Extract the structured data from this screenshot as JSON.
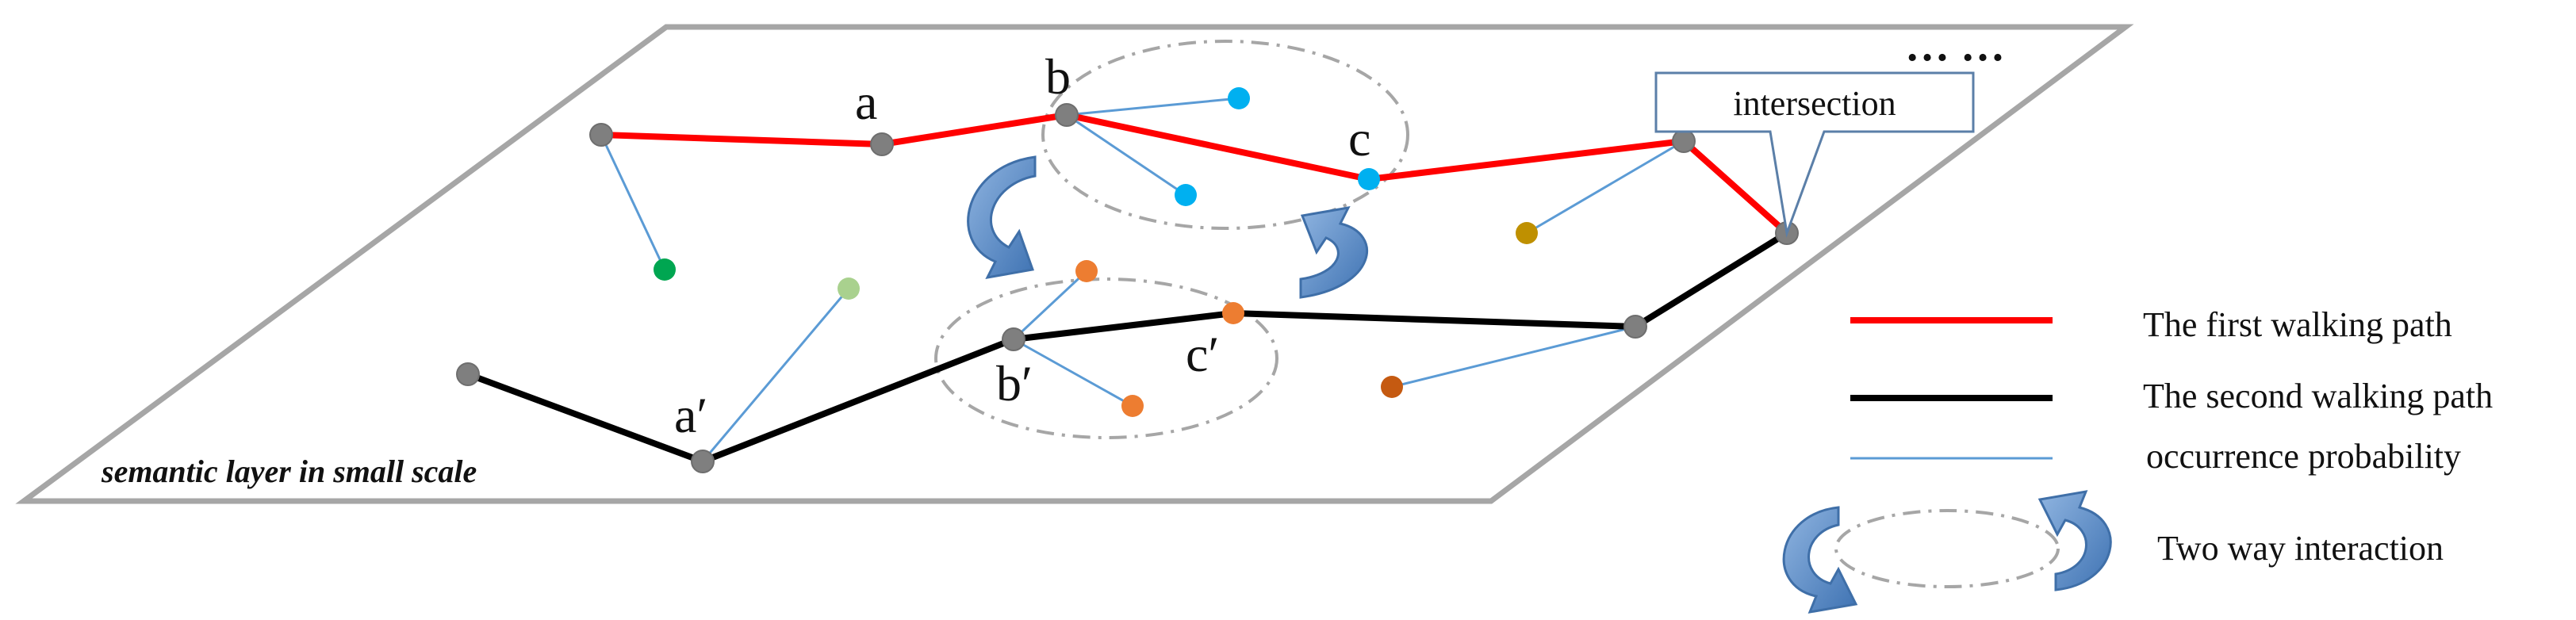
{
  "plane": {
    "label": "semantic layer in small scale",
    "ellipsis": "… …"
  },
  "nodes": {
    "a": "a",
    "b": "b",
    "c": "c",
    "a_prime": "a′",
    "b_prime": "b′",
    "c_prime": "c′"
  },
  "callout": {
    "text": "intersection"
  },
  "legend": {
    "first_path": "The first walking path",
    "second_path": "The second walking path",
    "occurrence": "occurrence probability",
    "interaction": "Two way interaction"
  },
  "colors": {
    "first_path": "#ff0000",
    "second_path": "#000000",
    "occurrence_line": "#5b9bd5",
    "path_node": "#7f7f7f",
    "plane_border": "#a6a6a6",
    "arrow": "#5b8ec9",
    "ellipse": "#a6a6a6",
    "poi_green": "#00a651",
    "poi_light_green": "#a9d18e",
    "poi_blue": "#00b0f0",
    "poi_orange": "#ed7d31",
    "poi_gold": "#bf9000",
    "poi_brown": "#c55a11"
  }
}
